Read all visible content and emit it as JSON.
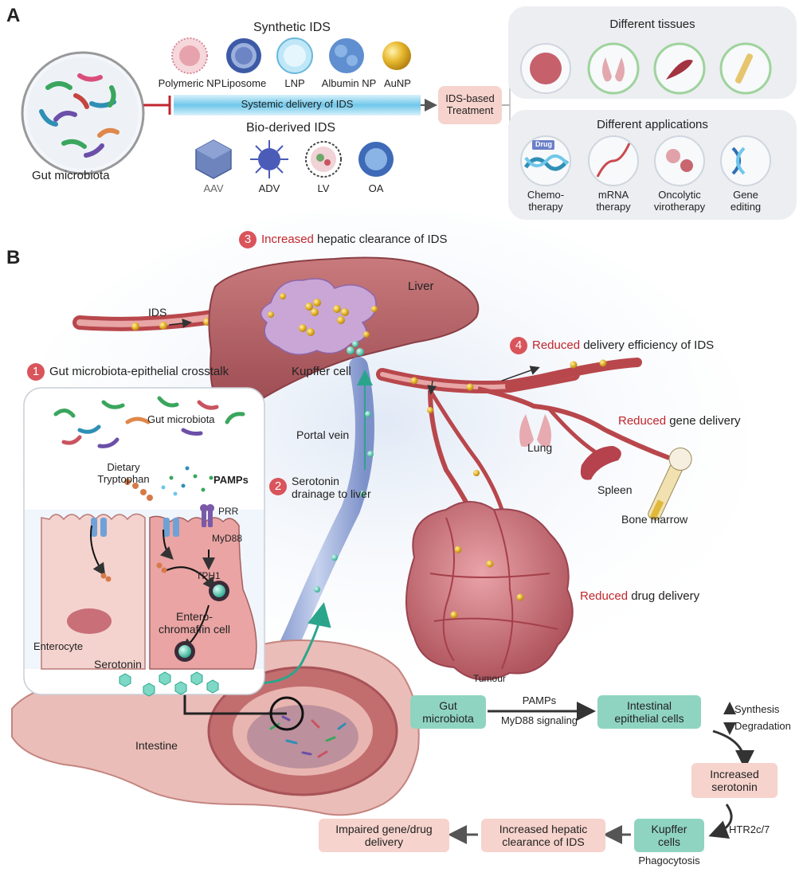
{
  "panel_a": {
    "letter": "A",
    "gut_microbiota": "Gut microbiota",
    "synthetic_title": "Synthetic IDS",
    "synthetic_items": [
      "Polymeric NP",
      "Liposome",
      "LNP",
      "Albumin NP",
      "AuNP"
    ],
    "delivery_bar": "Systemic delivery of IDS",
    "treatment_box": "IDS-based\nTreatment",
    "bio_title": "Bio-derived IDS",
    "bio_items": [
      "AAV",
      "ADV",
      "LV",
      "OA"
    ],
    "tissues_title": "Different tissues",
    "applications_title": "Different applications",
    "applications": [
      "Chemo-\ntherapy",
      "mRNA\ntherapy",
      "Oncolytic\nvirotherapy",
      "Gene\nediting"
    ],
    "drug_tag": "Drug"
  },
  "panel_b": {
    "letter": "B",
    "step3_num": "3",
    "step3_red": "Increased",
    "step3_rest": " hepatic clearance of IDS",
    "ids_label": "IDS",
    "liver": "Liver",
    "kupffer": "Kupffer cell",
    "step4_num": "4",
    "step4_red": "Reduced",
    "step4_rest": " delivery efficiency of IDS",
    "step1_num": "1",
    "step1_text": "Gut microbiota-epithelial crosstalk",
    "gut_microbiota": "Gut microbiota",
    "portal_vein": "Portal vein",
    "step2_num": "2",
    "step2_text": "Serotonin\ndrainage to liver",
    "dietary": "Dietary\nTryptophan",
    "pamps": "PAMPs",
    "prr": "PRR",
    "myd88": "MyD88",
    "tph1": "TPH1",
    "enterochromaffin": "Entero-\nchromaffin cell",
    "enterocyte": "Enterocyte",
    "serotonin": "Serotonin",
    "lung": "Lung",
    "gene_red": "Reduced",
    "gene_rest": " gene delivery",
    "spleen": "Spleen",
    "bone_marrow": "Bone marrow",
    "drug_red": "Reduced",
    "drug_rest": " drug delivery",
    "tumour": "Tumour",
    "intestine": "Intestine"
  },
  "flow": {
    "gut_microbiota": "Gut\nmicrobiota",
    "arrow_top": "PAMPs",
    "arrow_bottom": "MyD88 signaling",
    "epithelial": "Intestinal\nepithelial cells",
    "synthesis": "Synthesis",
    "degradation": "Degradation",
    "increased_serotonin": "Increased\nserotonin",
    "htr": "HTR2c/7",
    "kupffer": "Kupffer\ncells",
    "phagocytosis": "Phagocytosis",
    "clearance": "Increased hepatic\nclearance of IDS",
    "impaired": "Impaired gene/drug\ndelivery"
  },
  "colors": {
    "accent_red": "#c0262d",
    "flow_green": "#8fd4c1",
    "flow_pink": "#f6d3cc",
    "vessel": "#c0504d",
    "portal": "#8fa3d6",
    "liver": "#b05a5f",
    "gold": "#e8b930"
  }
}
